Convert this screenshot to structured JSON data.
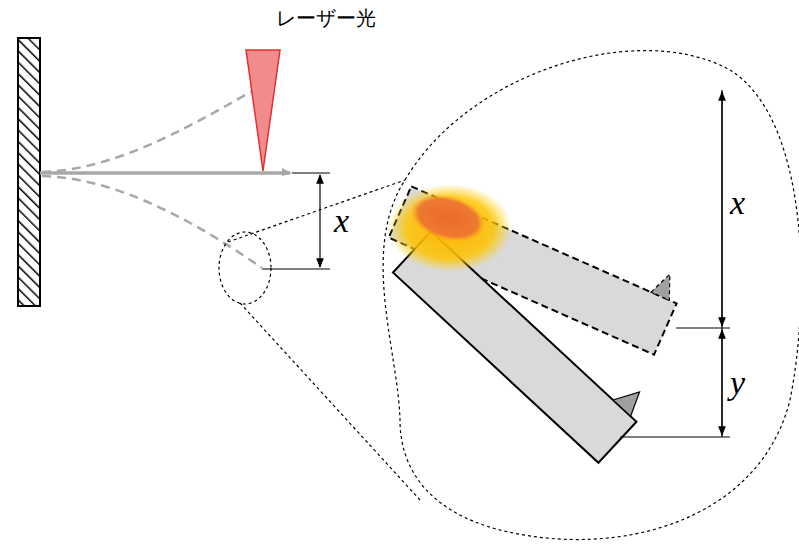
{
  "diagram": {
    "labels": [
      "レーザー光",
      "x",
      "x",
      "y"
    ]
  }
}
